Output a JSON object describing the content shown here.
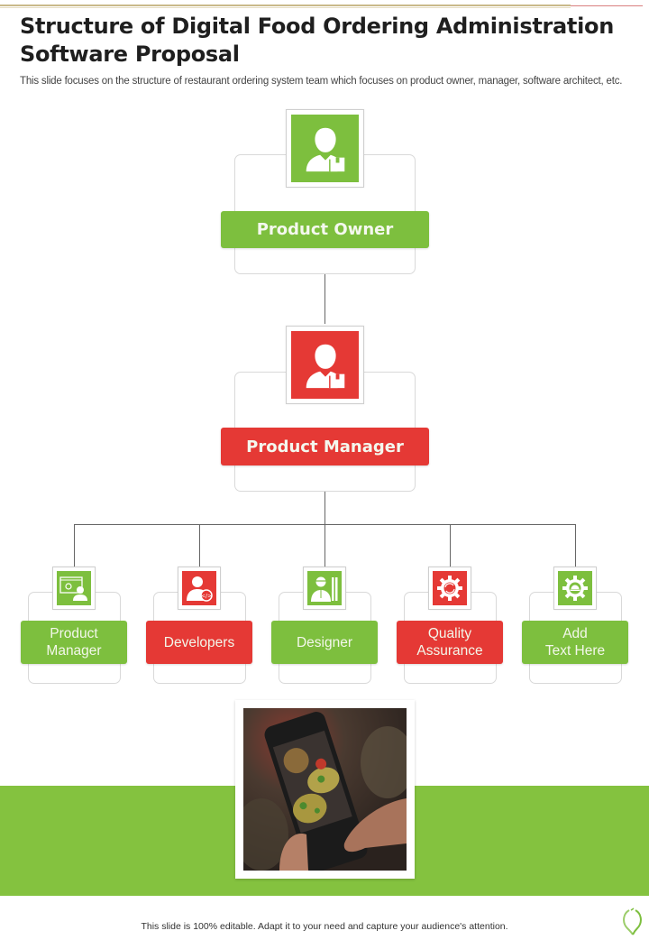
{
  "header": {
    "title": "Structure of Digital Food Ordering Administration Software Proposal",
    "subtitle": "This slide focuses on the structure of restaurant ordering system team which focuses on product owner, manager, software architect, etc."
  },
  "colors": {
    "green": "#7dbf3e",
    "red": "#e53935",
    "band_green": "#84c23f",
    "connector": "#666666",
    "card_border": "#d9d9d9"
  },
  "org_chart": {
    "level1": {
      "label": "Product Owner",
      "color": "green",
      "icon": "businessman-icon"
    },
    "level2": {
      "label": "Product Manager",
      "color": "red",
      "icon": "businessman-icon"
    },
    "level3": [
      {
        "label": "Product\nManager",
        "color": "green",
        "icon": "presentation-manager-icon"
      },
      {
        "label": "Developers",
        "color": "red",
        "icon": "developer-code-icon"
      },
      {
        "label": "Designer",
        "color": "green",
        "icon": "designer-icon"
      },
      {
        "label": "Quality\nAssurance",
        "color": "red",
        "icon": "gear-cycle-icon"
      },
      {
        "label": "Add\nText Here",
        "color": "green",
        "icon": "gear-cloche-icon"
      }
    ]
  },
  "image": {
    "description": "hands holding smartphone showing food photos"
  },
  "footer": {
    "text": "This slide is 100% editable.  Adapt it to your need and capture your audience's attention."
  }
}
